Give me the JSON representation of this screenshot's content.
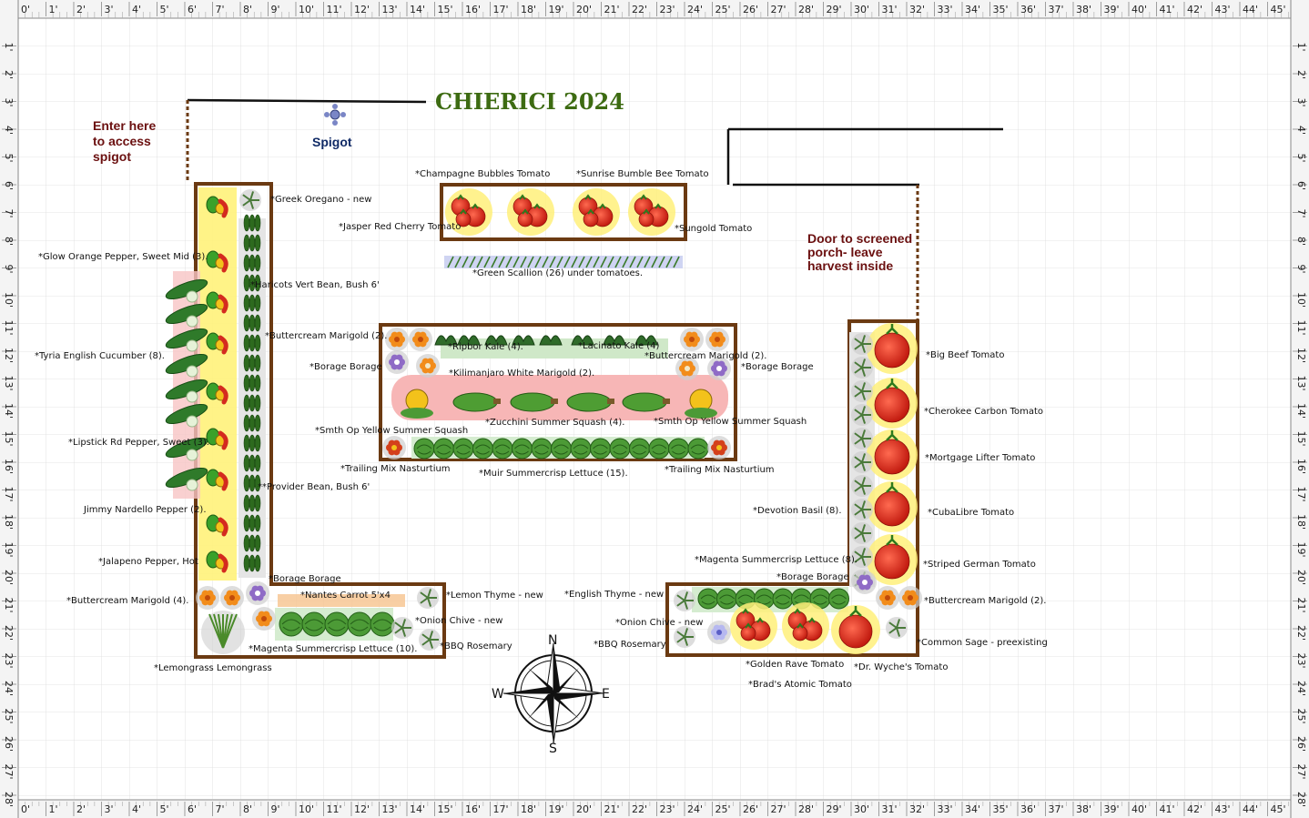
{
  "title": "CHIERICI 2024",
  "notes": {
    "spigot_entry": [
      "Enter here",
      "to access",
      "spigot"
    ],
    "spigot": "Spigot",
    "door": [
      "Door to screened",
      "porch- leave",
      "harvest inside"
    ]
  },
  "compass": {
    "n": "N",
    "s": "S",
    "e": "E",
    "w": "W"
  },
  "ruler": {
    "top": [
      "0'",
      "1'",
      "2'",
      "3'",
      "4'",
      "5'",
      "6'",
      "7'",
      "8'",
      "9'",
      "10'",
      "11'",
      "12'",
      "13'",
      "14'",
      "15'",
      "16'",
      "17'",
      "18'",
      "19'",
      "20'",
      "21'",
      "22'",
      "23'",
      "24'",
      "25'",
      "26'",
      "27'",
      "28'",
      "29'",
      "30'",
      "31'",
      "32'",
      "33'",
      "34'",
      "35'",
      "36'",
      "37'",
      "38'",
      "39'",
      "40'",
      "41'",
      "42'",
      "43'",
      "44'",
      "45'"
    ],
    "side": [
      "1'",
      "2'",
      "3'",
      "4'",
      "5'",
      "6'",
      "7'",
      "8'",
      "9'",
      "10'",
      "11'",
      "12'",
      "13'",
      "14'",
      "15'",
      "16'",
      "17'",
      "18'",
      "19'",
      "20'",
      "21'",
      "22'",
      "23'",
      "24'",
      "25'",
      "26'",
      "27'",
      "28'"
    ]
  },
  "labels": [
    "*Greek Oregano - new",
    "*Glow Orange Pepper, Sweet Mid (3).",
    "*Haricots Vert Bean, Bush 6'",
    "*Tyria English Cucumber (8).",
    "*Buttercream Marigold (2).",
    "*Lipstick Rd Pepper, Sweet (3).",
    "**Provider Bean, Bush 6'",
    "Jimmy Nardello Pepper (2).",
    "*Jalapeno Pepper, Hot",
    "*Borage Borage",
    "*Buttercream Marigold (4).",
    "*Nantes Carrot 5'x4",
    "*Magenta Summercrisp Lettuce (10).",
    "*Lemongrass Lemongrass",
    "*Lemon Thyme - new",
    "*Onion Chive - new",
    "*BBQ Rosemary",
    "*Champagne Bubbles Tomato",
    "*Sunrise Bumble Bee Tomato",
    "*Jasper Red Cherry Tomato",
    "*Sungold Tomato",
    "*Green Scallion (26) under tomatoes.",
    "*Ripbor Kale (4).",
    "*Lacinato Kale (4)",
    "*Buttercream Marigold (2).",
    "*Borage Borage",
    "*Kilimanjaro White Marigold (2).",
    "*Borage Borage",
    "*Smth Op Yellow Summer Squash",
    "*Zucchini Summer Squash (4).",
    "*Smth Op Yellow Summer Squash",
    "*Trailing Mix Nasturtium",
    "*Muir Summercrisp Lettuce (15).",
    "*Trailing Mix Nasturtium",
    "*Big Beef Tomato",
    "*Cherokee Carbon Tomato",
    "*Mortgage Lifter Tomato",
    "*Devotion Basil (8).",
    "*CubaLibre Tomato",
    "*Magenta Summercrisp Lettuce (8).",
    "*Striped German Tomato",
    "*Borage Borage",
    "*English Thyme - new",
    "*Buttercream Marigold (2).",
    "*Onion Chive - new",
    "*BBQ Rosemary",
    "*Common Sage - preexisting",
    "*Golden Rave Tomato",
    "*Dr. Wyche's Tomato",
    "*Brad's Atomic Tomato"
  ],
  "colors": {
    "bed_border": "#6b3a12",
    "fence": "#111111",
    "grid": "#d8d8d8",
    "title": "#3d6b12",
    "note": "#6b1010",
    "spigot": "#102a66",
    "tomato": "#d42a1f",
    "sun_halo": "#fff07a",
    "lettuce": "#3c8a2b",
    "bean": "#2d6a1e",
    "pepper_bed": "#fff27a",
    "squash_row": "#f7b6b6"
  },
  "icons": [
    "compass-rose-icon",
    "spigot-icon",
    "tomato-icon",
    "pepper-icon",
    "cucumber-icon",
    "lettuce-icon",
    "kale-icon",
    "zucchini-icon",
    "squash-icon",
    "marigold-icon",
    "borage-icon",
    "herb-icon",
    "scallion-icon",
    "lemongrass-icon"
  ]
}
